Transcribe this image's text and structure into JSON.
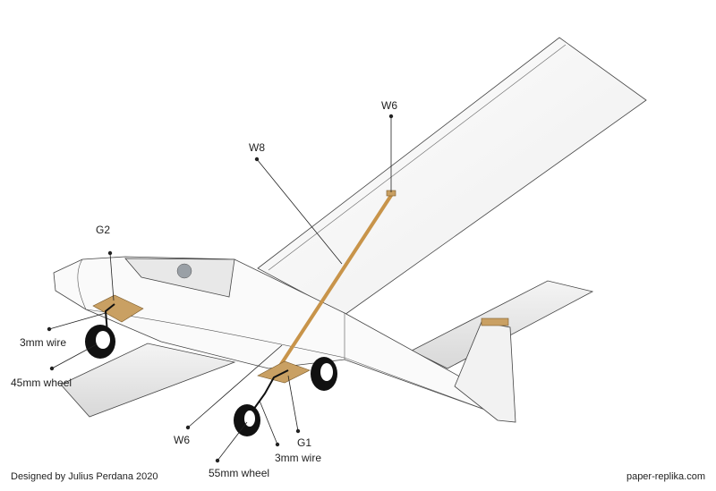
{
  "labels": {
    "w6_top": "W6",
    "w8": "W8",
    "g2": "G2",
    "wire_left": "3mm wire",
    "wheel_left": "45mm wheel",
    "w6_bottom": "W6",
    "g1": "G1",
    "wire_right": "3mm wire",
    "wheel_right": "55mm wheel"
  },
  "footer": {
    "credit": "Designed by Julius Perdana 2020",
    "site": "paper-replika.com"
  },
  "colors": {
    "strut": "#c8944a",
    "pad": "#c9a063",
    "outline": "#333333"
  }
}
